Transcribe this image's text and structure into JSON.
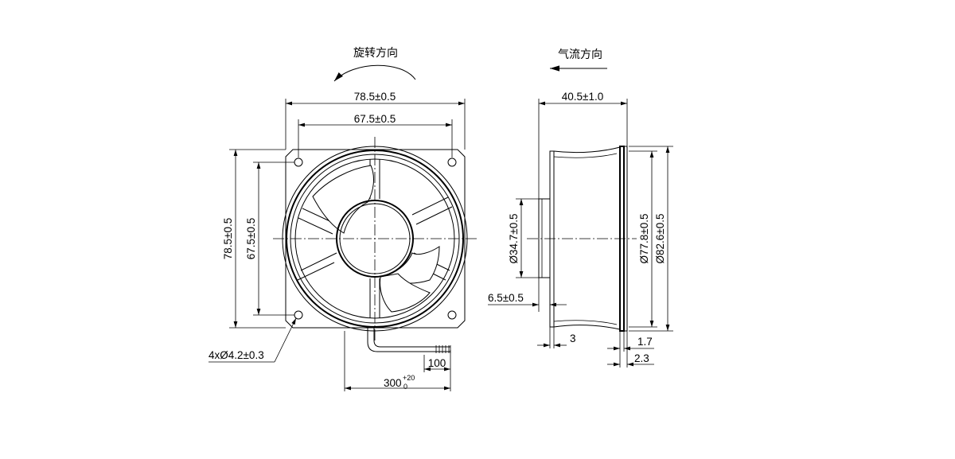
{
  "labels": {
    "rotation_direction": "旋转方向",
    "airflow_direction": "气流方向",
    "frame_width": "78.5±0.5",
    "hole_pitch_x": "67.5±0.5",
    "frame_height": "78.5±0.5",
    "hole_pitch_y": "67.5±0.5",
    "mount_holes": "4xØ4.2±0.3",
    "lead_strip": "100",
    "lead_length_base": "300",
    "lead_length_tol_upper": "+20",
    "lead_length_tol_lower": "0",
    "depth": "40.5±1.0",
    "hub_diameter": "Ø34.7±0.5",
    "hub_recess": "6.5±0.5",
    "rear_step": "3",
    "inner_diameter": "Ø77.8±0.5",
    "outer_diameter": "Ø82.6±0.5",
    "flange_thickness_a": "1.7",
    "flange_thickness_b": "2.3"
  }
}
